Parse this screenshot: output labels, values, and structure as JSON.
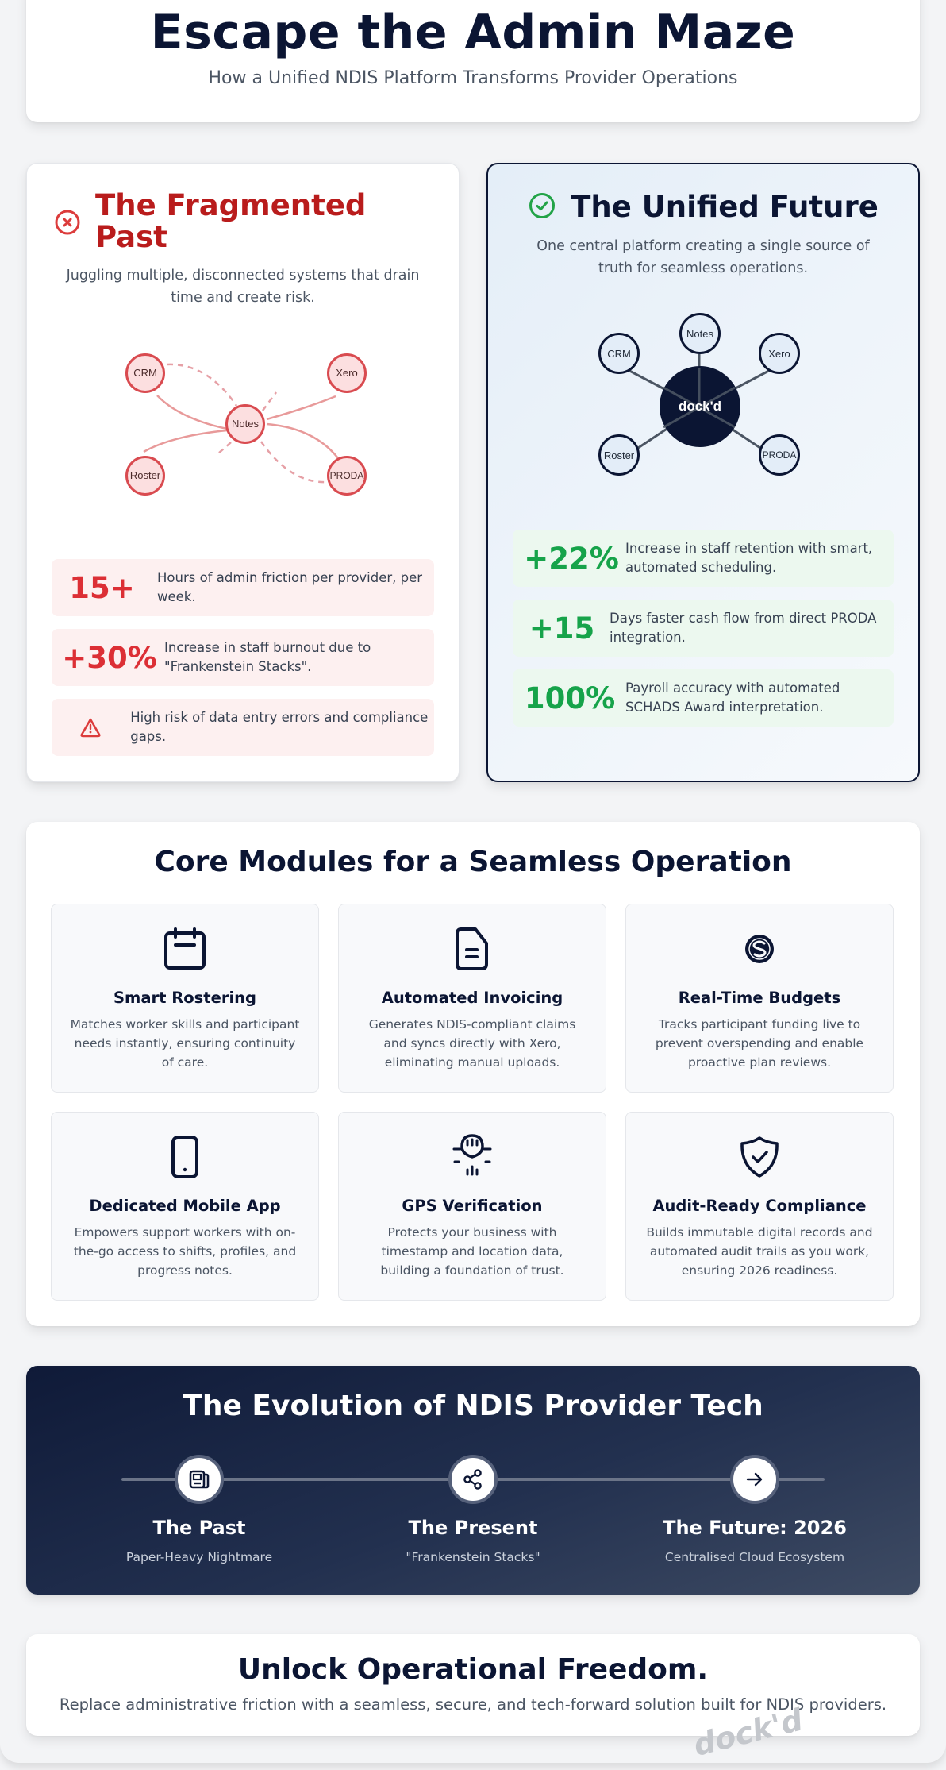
{
  "header": {
    "title": "Escape the Admin Maze",
    "subtitle": "How a Unified NDIS Platform Transforms Provider Operations"
  },
  "past": {
    "icon": "x-circle-icon",
    "title": "The Fragmented Past",
    "description": "Juggling multiple, disconnected systems that drain time and create risk.",
    "diagram": {
      "center": "Notes",
      "nodes": [
        "CRM",
        "Xero",
        "Roster",
        "PRODA"
      ],
      "color": "#dc2f35"
    },
    "stats": [
      {
        "value": "15+",
        "text": "Hours of admin friction per provider, per week."
      },
      {
        "value": "+30%",
        "text": "Increase in staff burnout due to \"Frankenstein Stacks\"."
      },
      {
        "icon": "warning-triangle-icon",
        "text": "High risk of data entry errors and compliance gaps."
      }
    ]
  },
  "future": {
    "icon": "check-circle-icon",
    "title": "The Unified Future",
    "description": "One central platform creating a single source of truth for seamless operations.",
    "diagram": {
      "hub": "dock'd",
      "nodes": [
        "Notes",
        "CRM",
        "Xero",
        "Roster",
        "PRODA"
      ],
      "color": "#0b1533"
    },
    "stats": [
      {
        "value": "+22%",
        "text": "Increase in staff retention with smart, automated scheduling."
      },
      {
        "value": "+15",
        "text": "Days faster cash flow from direct PRODA integration."
      },
      {
        "value": "100%",
        "text": "Payroll accuracy with automated SCHADS Award interpretation."
      }
    ]
  },
  "modules": {
    "title": "Core Modules for a Seamless Operation",
    "items": [
      {
        "icon": "calendar-icon",
        "title": "Smart Rostering",
        "text": "Matches worker skills and participant needs instantly, ensuring continuity of care."
      },
      {
        "icon": "document-icon",
        "title": "Automated Invoicing",
        "text": "Generates NDIS-compliant claims and syncs directly with Xero, eliminating manual uploads."
      },
      {
        "icon": "dollar-circle-icon",
        "title": "Real-Time Budgets",
        "text": "Tracks participant funding live to prevent overspending and enable proactive plan reviews."
      },
      {
        "icon": "mobile-phone-icon",
        "title": "Dedicated Mobile App",
        "text": "Empowers support workers with on-the-go access to shifts, profiles, and progress notes."
      },
      {
        "icon": "gps-pin-icon",
        "title": "GPS Verification",
        "text": "Protects your business with timestamp and location data, building a foundation of trust."
      },
      {
        "icon": "shield-check-icon",
        "title": "Audit-Ready Compliance",
        "text": "Builds immutable digital records and automated audit trails as you work, ensuring 2026 readiness."
      }
    ]
  },
  "evolution": {
    "title": "The Evolution of NDIS Provider Tech",
    "stages": [
      {
        "icon": "newspaper-icon",
        "title": "The Past",
        "text": "Paper-Heavy Nightmare"
      },
      {
        "icon": "share-nodes-icon",
        "title": "The Present",
        "text": "\"Frankenstein Stacks\""
      },
      {
        "icon": "arrow-right-icon",
        "title": "The Future: 2026",
        "text": "Centralised Cloud Ecosystem"
      }
    ]
  },
  "cta": {
    "title": "Unlock Operational Freedom.",
    "text": "Replace administrative friction with a seamless, secure, and tech-forward solution built for NDIS providers."
  },
  "watermark": "dock'd"
}
